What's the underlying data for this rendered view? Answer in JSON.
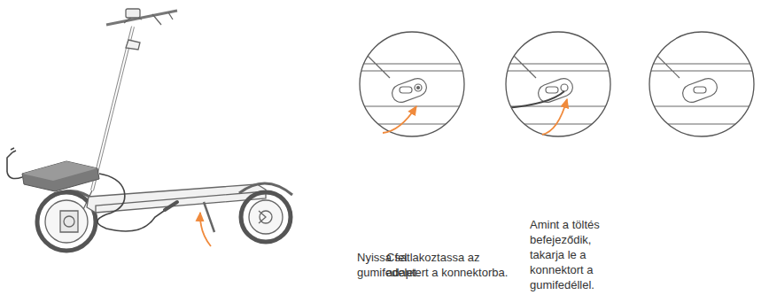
{
  "diagram": {
    "labels": [
      "Nyissa fel gumifedelet.",
      "Csatlakoztassa az adaptert a konnektorba.",
      "Amint a töltés befejeződik, takarja le a konnektort a gumifedéllel."
    ]
  }
}
